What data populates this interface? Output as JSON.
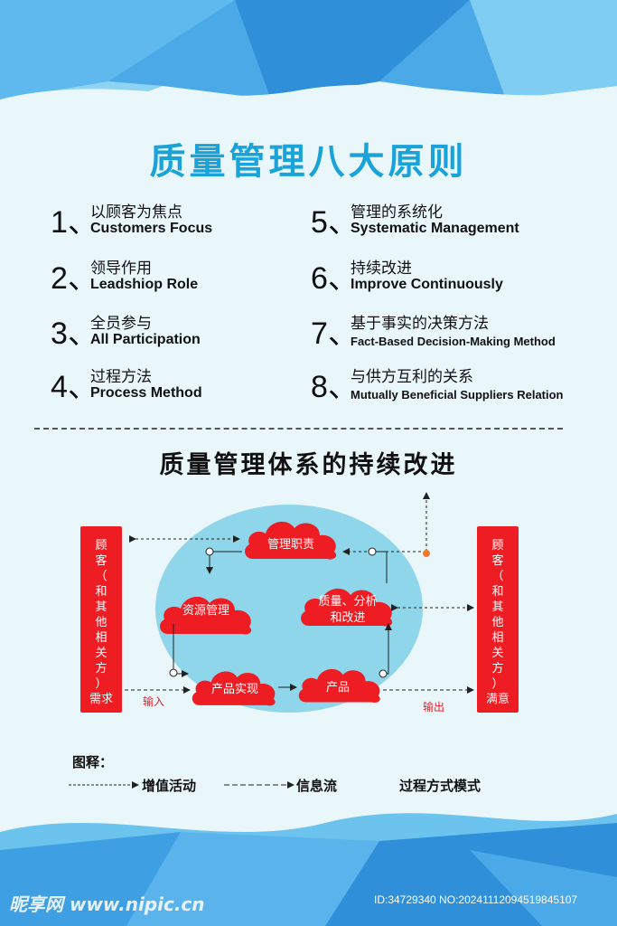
{
  "title": "质量管理八大原则",
  "principles": [
    {
      "num": "1、",
      "zh": "以顾客为焦点",
      "en": "Customers  Focus"
    },
    {
      "num": "2、",
      "zh": "领导作用",
      "en": "Leadshiop Role"
    },
    {
      "num": "3、",
      "zh": "全员参与",
      "en": "All Participation"
    },
    {
      "num": "4、",
      "zh": "过程方法",
      "en": "Process Method"
    },
    {
      "num": "5、",
      "zh": "管理的系统化",
      "en": "Systematic Management"
    },
    {
      "num": "6、",
      "zh": "持续改进",
      "en": "Improve Continuously"
    },
    {
      "num": "7、",
      "zh": "基于事实的决策方法",
      "en": "Fact-Based Decision-Making Method"
    },
    {
      "num": "8、",
      "zh": "与供方互利的关系",
      "en": "Mutually Beneficial Suppliers  Relation"
    }
  ],
  "subtitle": "质量管理体系的持续改进",
  "diagram": {
    "left_box": {
      "lines": [
        "顾",
        "客",
        "（",
        "和",
        "其",
        "他",
        "相",
        "关",
        "方",
        "）"
      ],
      "bottom": "需求"
    },
    "right_box": {
      "lines": [
        "顾",
        "客",
        "（",
        "和",
        "其",
        "他",
        "相",
        "关",
        "方",
        "）"
      ],
      "bottom": "满意"
    },
    "nodes": {
      "management": "管理职责",
      "resource": "资源管理",
      "quality_line1": "质量、分析",
      "quality_line2": "和改进",
      "realization": "产品实现",
      "product": "产品"
    },
    "input_label": "输入",
    "output_label": "输出"
  },
  "legend": {
    "title": "图释：",
    "value_activity": "增值活动",
    "info_flow": "信息流",
    "process_mode": "过程方式模式"
  },
  "watermark": {
    "brand": "昵享网 www.nipic.cn",
    "id": "ID:34729340 NO:20241112094519845107"
  },
  "colors": {
    "title": "#1aa3d9",
    "cloud": "#ee1d24",
    "ellipse": "#8fd6ea",
    "accent_dot": "#f0782a"
  }
}
